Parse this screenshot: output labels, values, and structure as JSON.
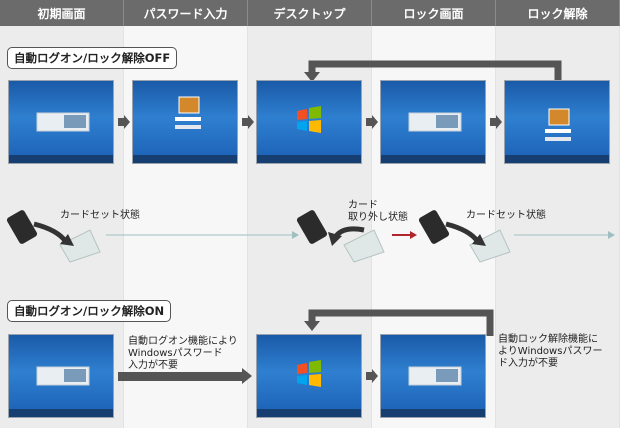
{
  "columns": [
    "初期画面",
    "パスワード入力",
    "デスクトップ",
    "ロック画面",
    "ロック解除"
  ],
  "section_off": {
    "label": "自動ログオン/ロック解除OFF"
  },
  "section_on": {
    "label": "自動ログオン/ロック解除ON"
  },
  "card_states": {
    "set_1": "カードセット状態",
    "removed": "カード\n取り外し状態",
    "set_2": "カードセット状態"
  },
  "notes": {
    "auto_logon": "自動ログオン機能により\nWindowsパスワード\n入力が不要",
    "auto_unlock": "自動ロック解除機能に\nよりWindowsパスワー\nド入力が不要"
  },
  "colors": {
    "header_bg": "#6b6b6b",
    "arrow_gray": "#555555",
    "arrow_red": "#b0242c",
    "line_teal": "#9fbfc0",
    "screen_blue": "#1f66b8"
  },
  "icons": [
    "card-icon",
    "card-reader-icon",
    "windows-logo-icon",
    "curved-arrow-icon"
  ]
}
